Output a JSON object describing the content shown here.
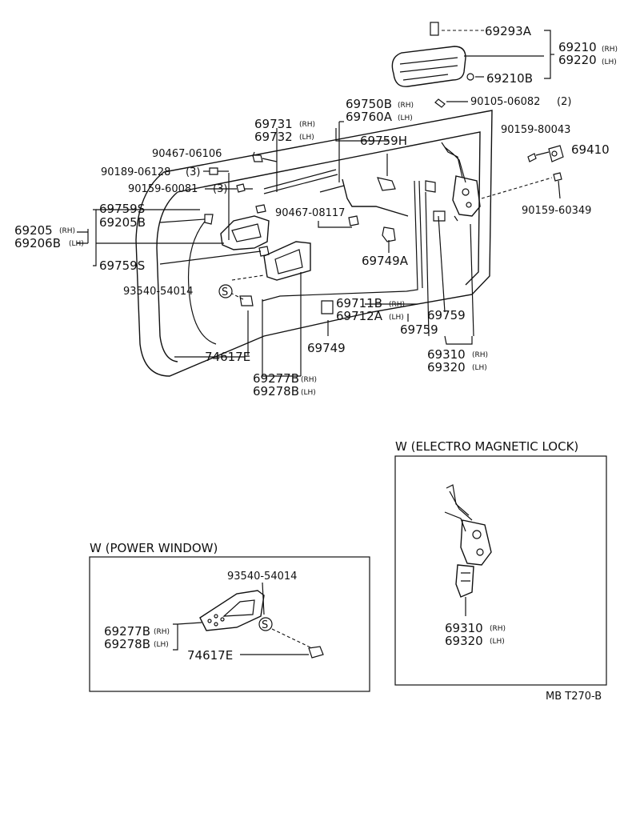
{
  "labels": {
    "p69293A": "69293A",
    "p69210": "69210",
    "p69220": "69220",
    "p69210B": "69210B",
    "p90105": "90105-06082",
    "p90105_qty": "(2)",
    "p69750B": "69750B",
    "p69760A": "69760A",
    "p69731": "69731",
    "p69732": "69732",
    "p90159_80043": "90159-80043",
    "p69410": "69410",
    "p90467_06106": "90467-06106",
    "p69759H": "69759H",
    "p90189": "90189-06128",
    "p90189_qty": "(3)",
    "p90159_60081": "90159-60081",
    "p90159_60081_qty": "(3)",
    "p90159_60349": "90159-60349",
    "p69759S_a": "69759S",
    "p90467_08117": "90467-08117",
    "p69205": "69205",
    "p69205B": "69205B",
    "p69206B": "69206B",
    "p69749A": "69749A",
    "p69759S_b": "69759S",
    "p93540_main": "93540-54014",
    "p69711B": "69711B",
    "p69712A": "69712A",
    "p69759_a": "69759",
    "p69759_b": "69759",
    "p69749": "69749",
    "p74617E_main": "74617E",
    "p69310_main": "69310",
    "p69320_main": "69320",
    "p69277B_main": "69277B",
    "p69278B_main": "69278B",
    "p93540_pw": "93540-54014",
    "p69277B_pw": "69277B",
    "p69278B_pw": "69278B",
    "p74617E_pw": "74617E",
    "p69310_em": "69310",
    "p69320_em": "69320"
  },
  "suffix": {
    "rh": "(RH)",
    "lh": "(LH)"
  },
  "callout_symbol": "S",
  "sections": {
    "electro_title": "W (ELECTRO MAGNETIC LOCK)",
    "power_title": "W (POWER WINDOW)"
  },
  "footer": {
    "code": "MB T270-B"
  }
}
